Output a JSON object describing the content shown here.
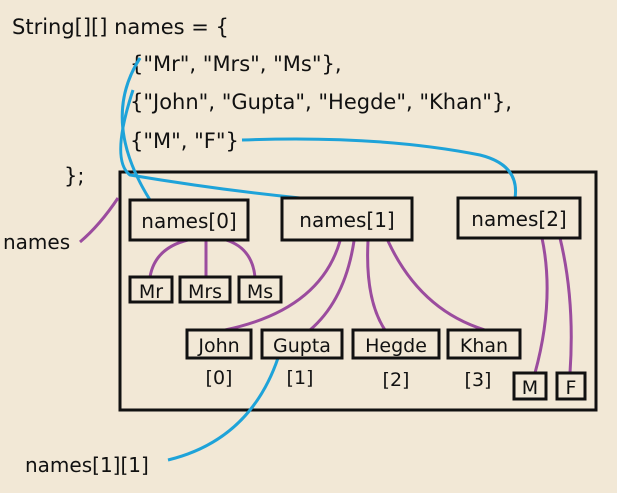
{
  "code": {
    "line1": "String[][] names = {",
    "line2": "{\"Mr\", \"Mrs\", \"Ms\"},",
    "line3": "{\"John\", \"Gupta\", \"Hegde\", \"Khan\"},",
    "line4": "{\"M\", \"F\"}",
    "line5": "};"
  },
  "variable_label": "names",
  "rows": [
    "names[0]",
    "names[1]",
    "names[2]"
  ],
  "row0_items": [
    "Mr",
    "Mrs",
    "Ms"
  ],
  "row1_items": [
    "John",
    "Gupta",
    "Hegde",
    "Khan"
  ],
  "row1_indices": [
    "[0]",
    "[1]",
    "[2]",
    "[3]"
  ],
  "row2_items": [
    "M",
    "F"
  ],
  "element_label": "names[1][1]",
  "colors": {
    "background": "#f2e8d6",
    "purple": "#9b4c9e",
    "blue": "#1ea3d9"
  }
}
